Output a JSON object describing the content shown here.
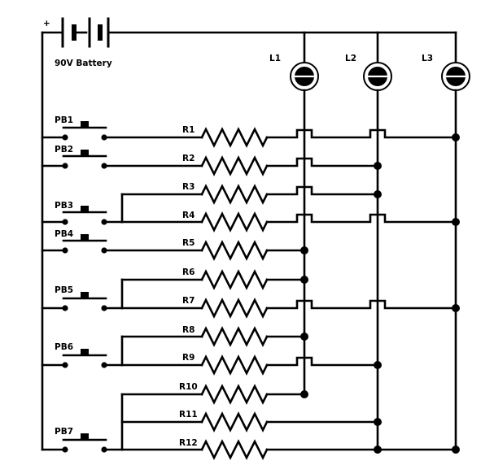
{
  "battery": {
    "label": "90V Battery",
    "polarity": "+"
  },
  "lamps": [
    "L1",
    "L2",
    "L3"
  ],
  "pushbuttons": [
    "PB1",
    "PB2",
    "PB3",
    "PB4",
    "PB5",
    "PB6",
    "PB7"
  ],
  "resistors": [
    "R1",
    "R2",
    "R3",
    "R4",
    "R5",
    "R6",
    "R7",
    "R8",
    "R9",
    "R10",
    "R11",
    "R12"
  ]
}
